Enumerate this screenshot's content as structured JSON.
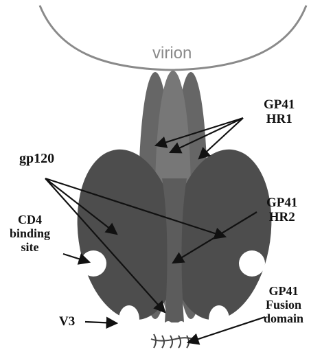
{
  "colors": {
    "background": "#ffffff",
    "protein_dark": "#4a4a4a",
    "protein_mid": "#626262",
    "protein_light": "#747474",
    "membrane": "#8a8a8a",
    "text": "#111111"
  },
  "labels": {
    "virion": "virion",
    "gp41_hr1": [
      "GP41",
      "HR1"
    ],
    "gp120": "gp120",
    "gp41_hr2": [
      "GP41",
      "HR2"
    ],
    "cd4_binding_site": [
      "CD4",
      "binding",
      "site"
    ],
    "gp41_fusion_domain": [
      "GP41",
      "Fusion",
      "domain"
    ],
    "v3": "V3"
  }
}
